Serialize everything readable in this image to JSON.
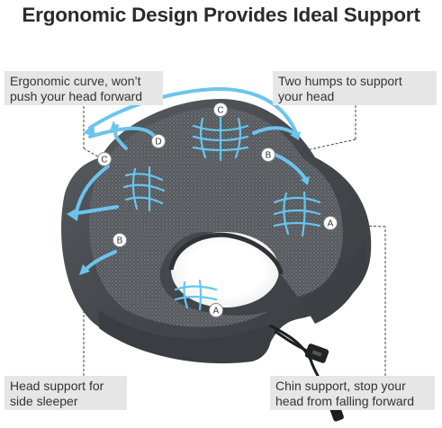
{
  "title": "Ergonomic Design Provides Ideal Support",
  "callouts": {
    "top_left": {
      "line1": "Ergonomic curve, won’t",
      "line2": "push your head forward"
    },
    "top_right": {
      "line1": "Two humps to support",
      "line2": "your head"
    },
    "bottom_left": {
      "line1": "Head support for",
      "line2": "side sleeper"
    },
    "bottom_right": {
      "line1": "Chin support, stop your",
      "line2": "head from falling forward"
    }
  },
  "badges": {
    "a_right": "A",
    "a_bottom": "A",
    "b_left": "B",
    "b_right": "B",
    "c_left": "C",
    "c_top": "C",
    "d": "D"
  },
  "colors": {
    "pillow_velvet": "#4a4e52",
    "mesh": "#5d6064",
    "arrow": "#6cc4ec",
    "callout_bg": "#e6e6e6"
  },
  "icons": [
    "support-wave-icon",
    "airflow-arrow-icon"
  ]
}
